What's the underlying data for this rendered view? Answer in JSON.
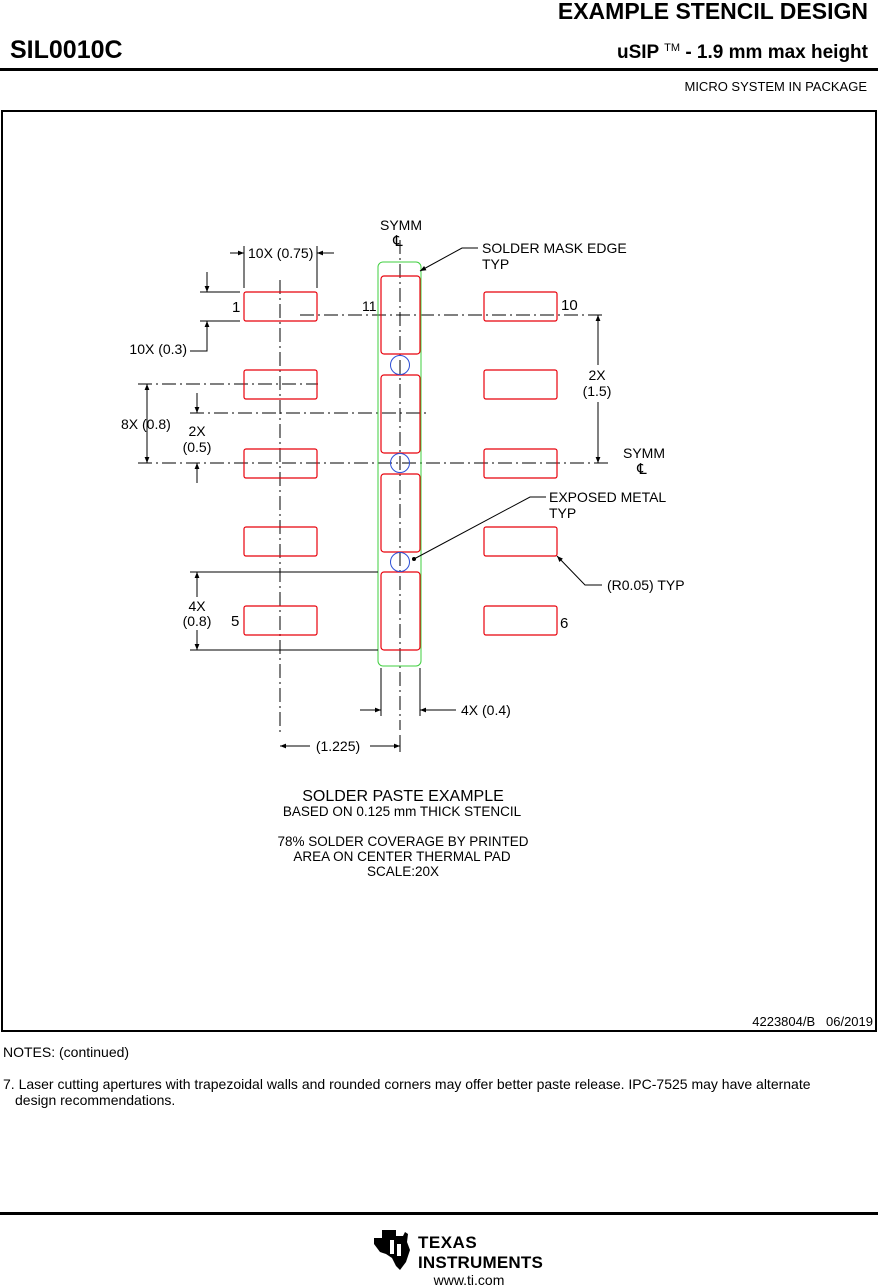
{
  "header": {
    "title": "EXAMPLE STENCIL DESIGN",
    "part_number": "SIL0010C",
    "package_name": "uSIP",
    "trademark": "TM",
    "package_suffix": " - 1.9 mm max height",
    "package_description": "MICRO SYSTEM IN PACKAGE"
  },
  "drawing": {
    "symm_top": "SYMM",
    "symm_right": "SYMM",
    "centerline_symbol": "℄",
    "solder_mask_edge": "SOLDER MASK EDGE",
    "solder_mask_typ": "TYP",
    "exposed_metal": "EXPOSED METAL",
    "exposed_metal_typ": "TYP",
    "dim_pad_length": "10X (0.75)",
    "dim_pad_width": "10X (0.3)",
    "dim_pitch": "8X (0.8)",
    "dim_gap_count": "2X",
    "dim_gap_value": "(0.5)",
    "dim_span_count": "2X",
    "dim_span_value": "(1.5)",
    "dim_paste_count": "4X",
    "dim_paste_value": "(0.8)",
    "dim_thermal_width": "4X (0.4)",
    "dim_offset": "(1.225)",
    "dim_radius": "(R0.05) TYP",
    "pin_labels": {
      "p1": "1",
      "p5": "5",
      "p6": "6",
      "p10": "10",
      "p11": "11"
    },
    "caption_title": "SOLDER PASTE EXAMPLE",
    "caption_lines": [
      "BASED ON 0.125 mm THICK STENCIL",
      "78% SOLDER COVERAGE BY PRINTED",
      "AREA ON CENTER THERMAL PAD",
      "SCALE:20X"
    ],
    "drawing_number": "4223804/B   06/2019",
    "colors": {
      "pad": "#e8000b",
      "mask": "#3fcf3f",
      "via": "#2d4fd6",
      "line": "#000000"
    }
  },
  "notes": {
    "heading": "NOTES: (continued)",
    "note7_line1": "7. Laser cutting apertures with trapezoidal walls and rounded corners may offer better paste release. IPC-7525 may have alternate",
    "note7_line2": "design recommendations."
  },
  "footer": {
    "logo_line1": "TEXAS",
    "logo_line2": "INSTRUMENTS",
    "url": "www.ti.com"
  }
}
